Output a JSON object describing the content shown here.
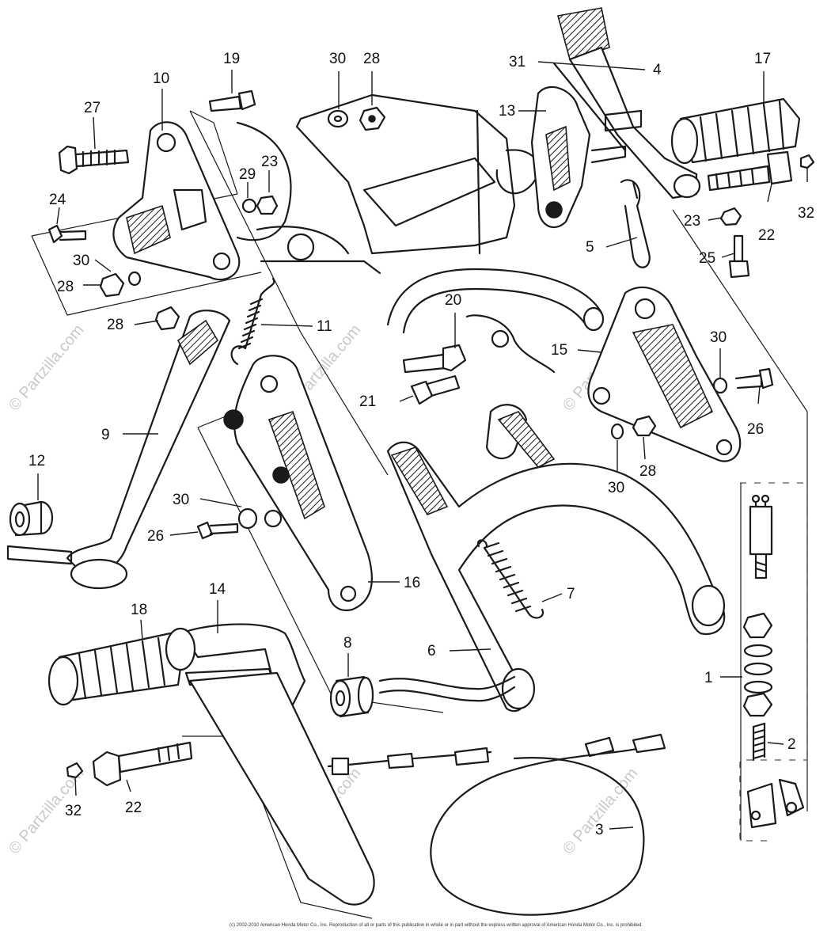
{
  "diagram": {
    "callouts": [
      "1",
      "2",
      "3",
      "4",
      "5",
      "6",
      "7",
      "8",
      "9",
      "10",
      "11",
      "12",
      "13",
      "14",
      "15",
      "16",
      "17",
      "18",
      "19",
      "20",
      "21",
      "22",
      "23",
      "24",
      "25",
      "26",
      "27",
      "28",
      "29",
      "30",
      "31",
      "32"
    ],
    "watermark": "© Partzilla.com",
    "copyright": "(c) 2002-2010 American Honda Motor Co., Inc. Reproduction of all or parts of this publication in whole or in part without the express written approval of American Honda Motor Co., Inc. is prohibited."
  }
}
